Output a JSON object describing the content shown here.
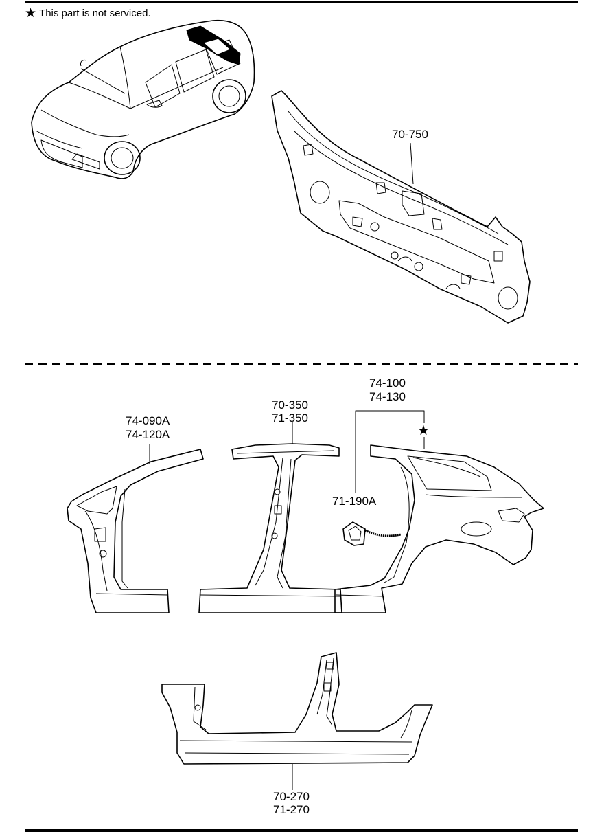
{
  "note": {
    "icon": "star-icon",
    "text": "This part is not serviced."
  },
  "callouts": {
    "rear_panel": "70-750",
    "front_pillar": [
      "74-090A",
      "74-120A"
    ],
    "center_pillar": [
      "70-350",
      "71-350"
    ],
    "rear_quarter": [
      "74-100",
      "74-130"
    ],
    "fuel_lid_bracket": "71-190A",
    "side_sill": [
      "70-270",
      "71-270"
    ]
  },
  "colors": {
    "line": "#000000",
    "background": "#ffffff"
  }
}
